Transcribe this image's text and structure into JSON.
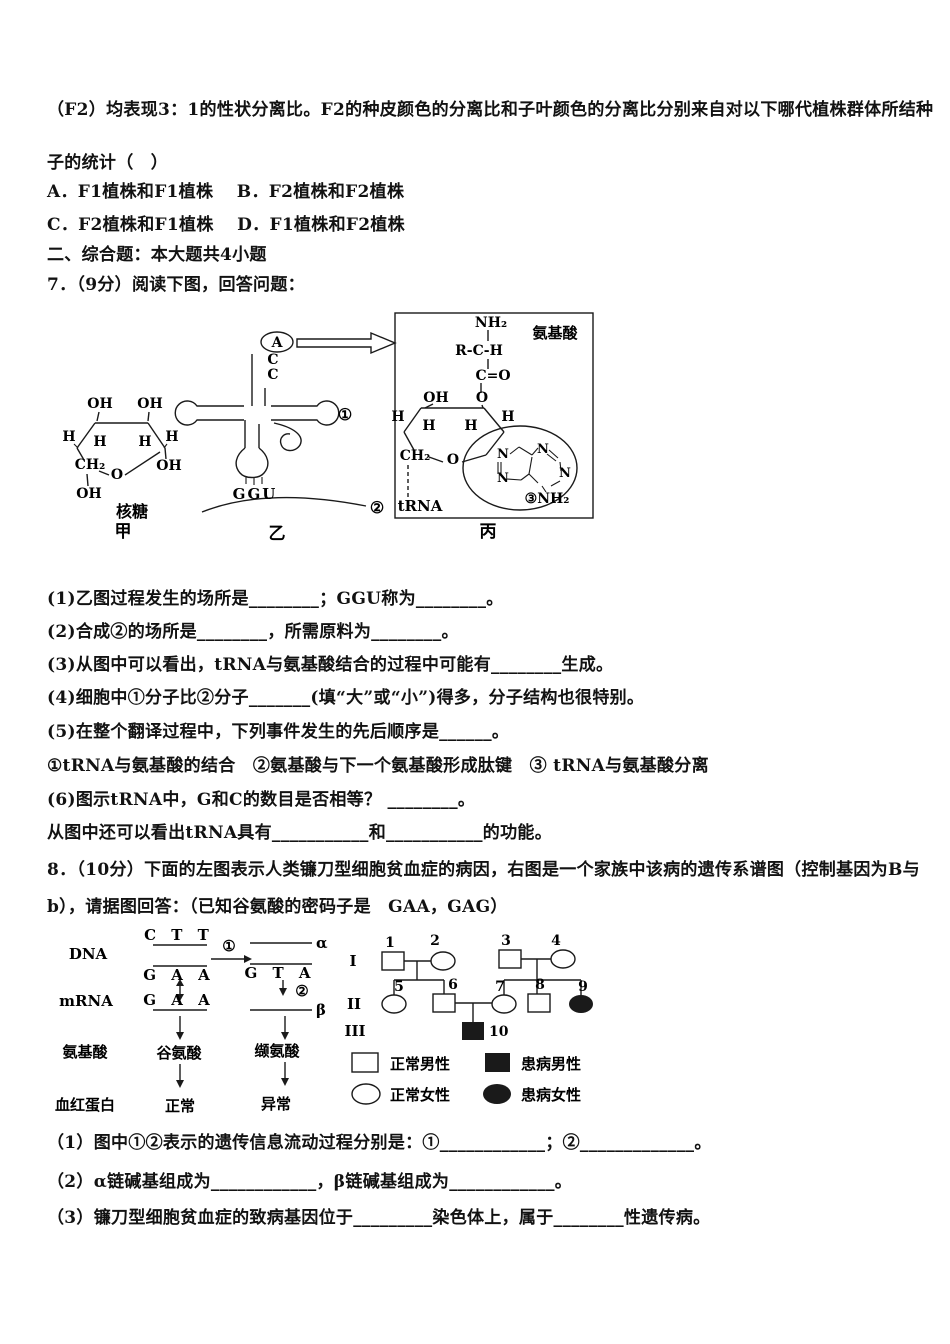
{
  "q6": {
    "stem_line1": "（F2）均表现3：1的性状分离比。F2的种皮颜色的分离比和子叶颜色的分离比分别来自对以下哪代植株群体所结种",
    "stem_line2": "子的统计（　）",
    "options_ab": "A．F1植株和F1植株　 B．F2植株和F2植株",
    "options_cd": "C．F2植株和F1植株　 D．F1植株和F2植株"
  },
  "section2": {
    "header": "二、综合题：本大题共4小题"
  },
  "q7": {
    "title": "7．（9分）阅读下图，回答问题：",
    "sub1": "(1)乙图过程发生的场所是________；GGU称为________。",
    "sub2": "(2)合成②的场所是________，所需原料为________。",
    "sub3": "(3)从图中可以看出，tRNA与氨基酸结合的过程中可能有________生成。",
    "sub4": "(4)细胞中①分子比②分子_______(填“大”或“小”)得多，分子结构也很特别。",
    "sub5": "(5)在整个翻译过程中，下列事件发生的先后顺序是______。",
    "sub5_options": "①tRNA与氨基酸的结合　②氨基酸与下一个氨基酸形成肽键　③ tRNA与氨基酸分离",
    "sub6": "(6)图示tRNA中，G和C的数目是否相等？ ________。",
    "sub6b": "从图中还可以看出tRNA具有___________和___________的功能。",
    "fig": {
      "jia": {
        "oh_tl": "OH",
        "oh_tr": "OH",
        "h_l": "H",
        "h_r": "H",
        "h_il": "H",
        "h_ir": "H",
        "ch2": "CH₂",
        "ring_o": "O",
        "oh_br": "OH",
        "oh_bl": "OH",
        "caption": "核糖",
        "tag": "甲"
      },
      "yi": {
        "a": "A",
        "c1": "C",
        "c2": "C",
        "anticodon": "GGU",
        "m1": "①",
        "m2": "②",
        "tag": "乙"
      },
      "bing": {
        "nh2": "NH₂",
        "title": "氨基酸",
        "rch": "R-C-H",
        "co": "C=O",
        "oh": "OH",
        "o_ester": "O",
        "h_l": "H",
        "h_il": "H",
        "h_ir": "H",
        "h_r": "H",
        "ch2": "CH₂",
        "ring_o": "O",
        "trna": "tRNA",
        "n1": "N",
        "n2": "N",
        "n3": "N",
        "n4": "N",
        "base": "③NH₂",
        "tag": "丙"
      }
    }
  },
  "q8": {
    "intro1": "8．（10分）下面的左图表示人类镰刀型细胞贫血症的病因，右图是一个家族中该病的遗传系谱图（控制基因为B与",
    "intro2": "b），请据图回答：（已知谷氨酸的密码子是　GAA，GAG）",
    "sub1": "（1）图中①②表示的遗传信息流动过程分别是：①____________；②_____________。",
    "sub2": "（2）α链碱基组成为____________，β链碱基组成为____________。",
    "sub3": "（3）镰刀型细胞贫血症的致病基因位于_________染色体上，属于________性遗传病。",
    "fig": {
      "left": {
        "row_dna": "DNA",
        "row_mrna": "mRNA",
        "row_aa": "氨基酸",
        "row_hb": "血红蛋白",
        "top_codon": "C T T",
        "bottom_codon": "G A A",
        "mut_codon": "G T A",
        "mrna_codon": "G A A",
        "alpha": "α",
        "beta": "β",
        "m1": "①",
        "m2": "②",
        "aa_normal": "谷氨酸",
        "aa_mut": "缬氨酸",
        "hb_normal": "正常",
        "hb_mut": "异常"
      },
      "pedigree": {
        "gen1": "I",
        "gen2": "II",
        "gen3": "III",
        "n1": "1",
        "n2": "2",
        "n3": "3",
        "n4": "4",
        "n5": "5",
        "n6": "6",
        "n7": "7",
        "n8": "8",
        "n9": "9",
        "n10": "10",
        "leg1": "正常男性",
        "leg2": "患病男性",
        "leg3": "正常女性",
        "leg4": "患病女性"
      }
    }
  }
}
